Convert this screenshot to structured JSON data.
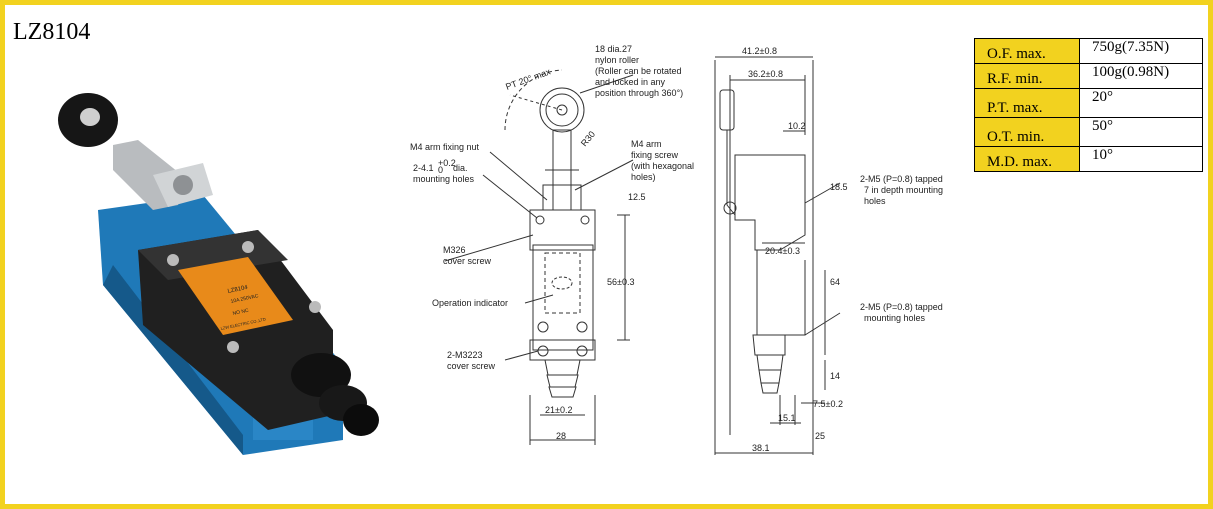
{
  "model": "LZ8104",
  "specs": [
    {
      "key": "O.F. max.",
      "value": "750g(7.35N)"
    },
    {
      "key": "R.F. min.",
      "value": "100g(0.98N)"
    },
    {
      "key": "P.T. max.",
      "value": "20°"
    },
    {
      "key": "O.T. min.",
      "value": "50°"
    },
    {
      "key": "M.D. max.",
      "value": "10°"
    }
  ],
  "labels_photo": {
    "plate_line1": "LZ8104",
    "plate_line2": "10A 250VAC",
    "plate_line3": "NO  NC",
    "plate_line4": "LZW ELECTRIC CO.,LTD"
  },
  "callouts": {
    "roller": "18 dia.27",
    "roller2": "nylon roller",
    "roller3": "(Roller can be rotated",
    "roller4": "and locked in any",
    "roller5": "position through 360°)",
    "pt": "PT 20° max",
    "r30": "R30",
    "m4nut": "M4 arm fixing nut",
    "holes1": "2-4.1",
    "holes1b": "dia.",
    "holes2": "mounting holes",
    "m4screw1": "M4 arm",
    "m4screw2": "fixing screw",
    "m4screw3": "(with hexagonal",
    "m4screw4": "holes)",
    "m326a": "M326",
    "m326b": "cover screw",
    "opind": "Operation indicator",
    "m3223a": "2-M3223",
    "m3223b": "cover screw",
    "m5a": "2-M5 (P=0.8) tapped",
    "m5b": "7 in depth mounting",
    "m5c": "holes",
    "m5d": "2-M5 (P=0.8) tapped",
    "m5e": "mounting holes",
    "tol": "+0.2",
    "tol2": "0"
  },
  "dims": {
    "d41": "41.2±0.8",
    "d36": "36.2±0.8",
    "d102": "10.2",
    "d185": "18.5",
    "d204": "20.4±0.3",
    "d64": "64",
    "d14": "14",
    "d75": "7.5±0.2",
    "d151": "15.1",
    "d25": "25",
    "d381": "38.1",
    "d125": "12.5",
    "d56": "56±0.3",
    "d21": "21±0.2",
    "d28": "28"
  }
}
